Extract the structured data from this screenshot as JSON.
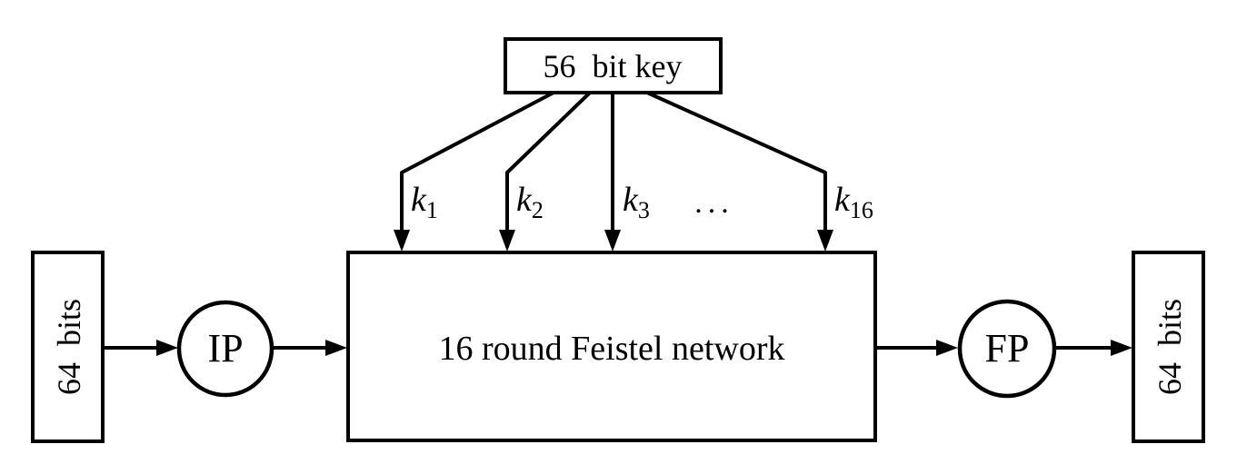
{
  "colors": {
    "line": "#000000",
    "feistel_fill": "#e4e4e4",
    "node_fill": "#ffffff",
    "background": "#ffffff"
  },
  "key_box": {
    "label": "56 bit key"
  },
  "subkeys": {
    "items": [
      {
        "base": "k",
        "sub": "1"
      },
      {
        "base": "k",
        "sub": "2"
      },
      {
        "base": "k",
        "sub": "3"
      },
      {
        "base": "k",
        "sub": "16"
      }
    ],
    "ellipsis": "..."
  },
  "feistel_box": {
    "label": "16 round Feistel network"
  },
  "input_box": {
    "label": "64 bits"
  },
  "output_box": {
    "label": "64 bits"
  },
  "ip_node": {
    "label": "IP"
  },
  "fp_node": {
    "label": "FP"
  }
}
